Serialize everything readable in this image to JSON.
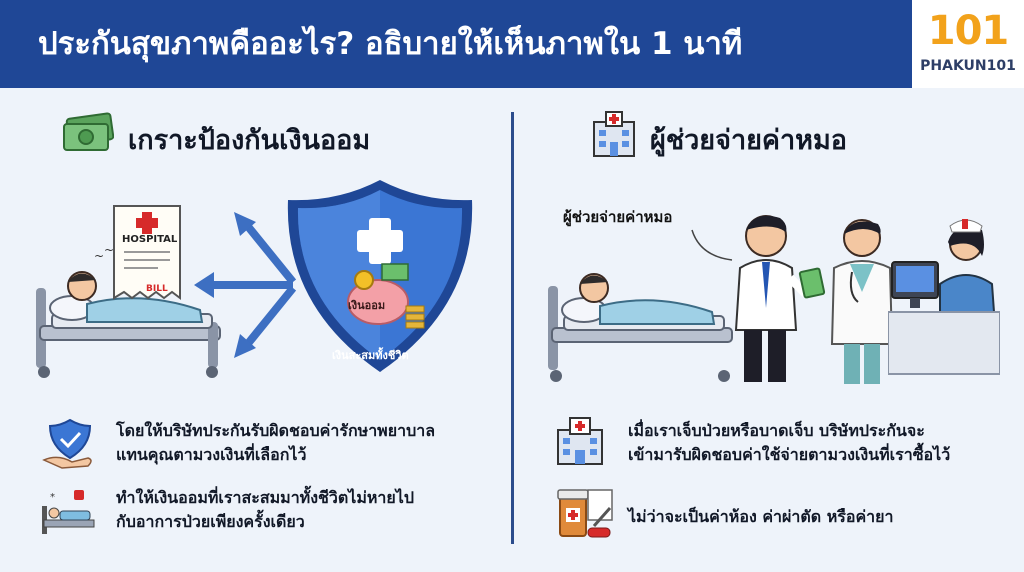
{
  "header": {
    "title": "ประกันสุขภาพคืออะไร? อธิบายให้เห็นภาพใน 1 นาที",
    "logo_number": "101",
    "logo_text": "PHAKUN101"
  },
  "left": {
    "title": "เกราะป้องกันเงินออม",
    "hospital_label": "HOSPITAL",
    "bill_label": "BILL",
    "shield_top_label": "เงินออม",
    "shield_bottom_label": "เงินสะสมทั้งชีวิต",
    "bullets": [
      {
        "lines": [
          "โดยให้บริษัทประกันรับผิดชอบค่ารักษาพยาบาล",
          "แทนคุณตามวงเงินที่เลือกไว้"
        ]
      },
      {
        "lines": [
          "ทำให้เงินออมที่เราสะสมมาทั้งชีวิตไม่หายไป",
          "กับอาการป่วยเพียงครั้งเดียว"
        ]
      }
    ]
  },
  "right": {
    "title": "ผู้ช่วยจ่ายค่าหมอ",
    "bubble": "ผู้ช่วยจ่ายค่าหมอ",
    "bullets": [
      {
        "lines": [
          "เมื่อเราเจ็บป่วยหรือบาดเจ็บ บริษัทประกันจะ",
          "เข้ามารับผิดชอบค่าใช้จ่ายตามวงเงินที่เราซื้อไว้"
        ]
      },
      {
        "lines": [
          "ไม่ว่าจะเป็นค่าห้อง ค่าผ่าตัด หรือค่ายา"
        ]
      }
    ]
  },
  "colors": {
    "header": "#1f4796",
    "accent": "#f2a21b",
    "shield": "#2f67c7",
    "background": "#eef3fa"
  }
}
